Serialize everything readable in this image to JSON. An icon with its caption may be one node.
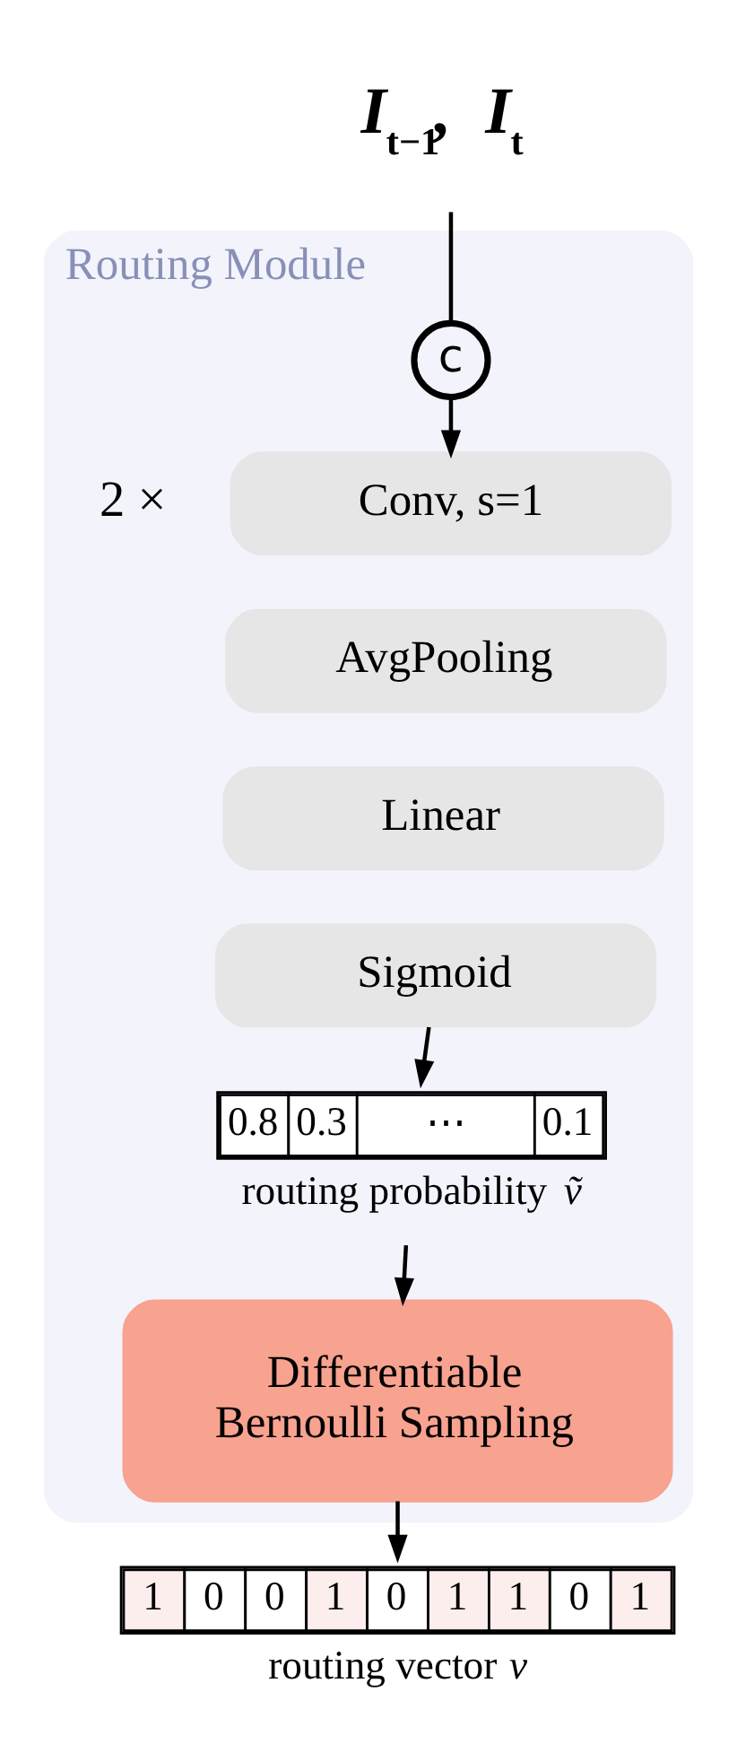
{
  "diagram": {
    "nodes": [
      {
        "text": [
          "*I*$_{t−1}$, *I*$_{t}$"
        ]
      },
      {
        "text": [
          "Routing Module"
        ]
      },
      {
        "text": [
          "c"
        ],
        "in": 1
      },
      {
        "text": [
          "Conv, s=1"
        ],
        "in": 1,
        "beside": [
          "2 ×"
        ]
      },
      {
        "text": [
          "AvgPooling"
        ],
        "in": 1
      },
      {
        "text": [
          "Linear"
        ],
        "in": 1
      },
      {
        "text": [
          "Sigmoid"
        ],
        "in": 1
      },
      {
        "text": [
          "0.8",
          "0.3",
          "⋯",
          "0.1"
        ],
        "in": 1,
        "beside": [
          "routing probability *ṽ*"
        ]
      },
      {
        "text": [
          "Differentiable Bernoulli Sampling"
        ],
        "in": 1
      },
      {
        "text": [
          "1",
          "0",
          "0",
          "1",
          "0",
          "1",
          "1",
          "0",
          "1"
        ],
        "beside": [
          "routing vector *v*"
        ]
      }
    ],
    "edges": [
      {
        "from": 0,
        "to": 2,
        "arrow": "none"
      },
      {
        "from": 2,
        "to": 3,
        "arrow": "to"
      },
      {
        "from": 6,
        "to": 7,
        "arrow": "to"
      },
      {
        "from": 7,
        "to": 8,
        "arrow": "to"
      },
      {
        "from": 8,
        "to": 9,
        "arrow": "to"
      }
    ]
  }
}
